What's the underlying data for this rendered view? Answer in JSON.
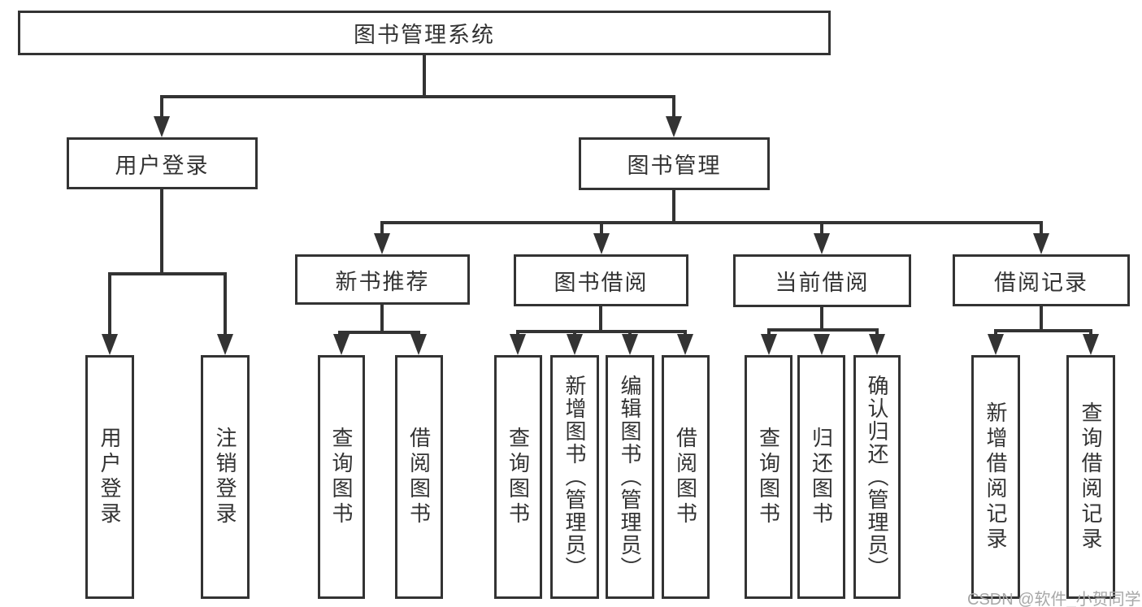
{
  "diagram": {
    "type": "hierarchy-tree",
    "root": {
      "label": "图书管理系统"
    },
    "branches": [
      {
        "label": "用户登录",
        "children": [
          {
            "label": "用户登录"
          },
          {
            "label": "注销登录"
          }
        ]
      },
      {
        "label": "图书管理",
        "children": [
          {
            "label": "新书推荐",
            "children": [
              {
                "label": "查询图书"
              },
              {
                "label": "借阅图书"
              }
            ]
          },
          {
            "label": "图书借阅",
            "children": [
              {
                "label": "查询图书"
              },
              {
                "label": "新增图书（管理员）"
              },
              {
                "label": "编辑图书（管理员）"
              },
              {
                "label": "借阅图书"
              }
            ]
          },
          {
            "label": "当前借阅",
            "children": [
              {
                "label": "查询图书"
              },
              {
                "label": "归还图书"
              },
              {
                "label": "确认归还（管理员）"
              }
            ]
          },
          {
            "label": "借阅记录",
            "children": [
              {
                "label": "新增借阅记录"
              },
              {
                "label": "查询借阅记录"
              }
            ]
          }
        ]
      }
    ]
  },
  "watermark": {
    "text": "CSDN @软件_小贺同学",
    "color": "#a8a8a8"
  },
  "colors": {
    "line": "#333333",
    "text": "#333333",
    "box_fill": "#ffffff",
    "background": "#ffffff"
  }
}
